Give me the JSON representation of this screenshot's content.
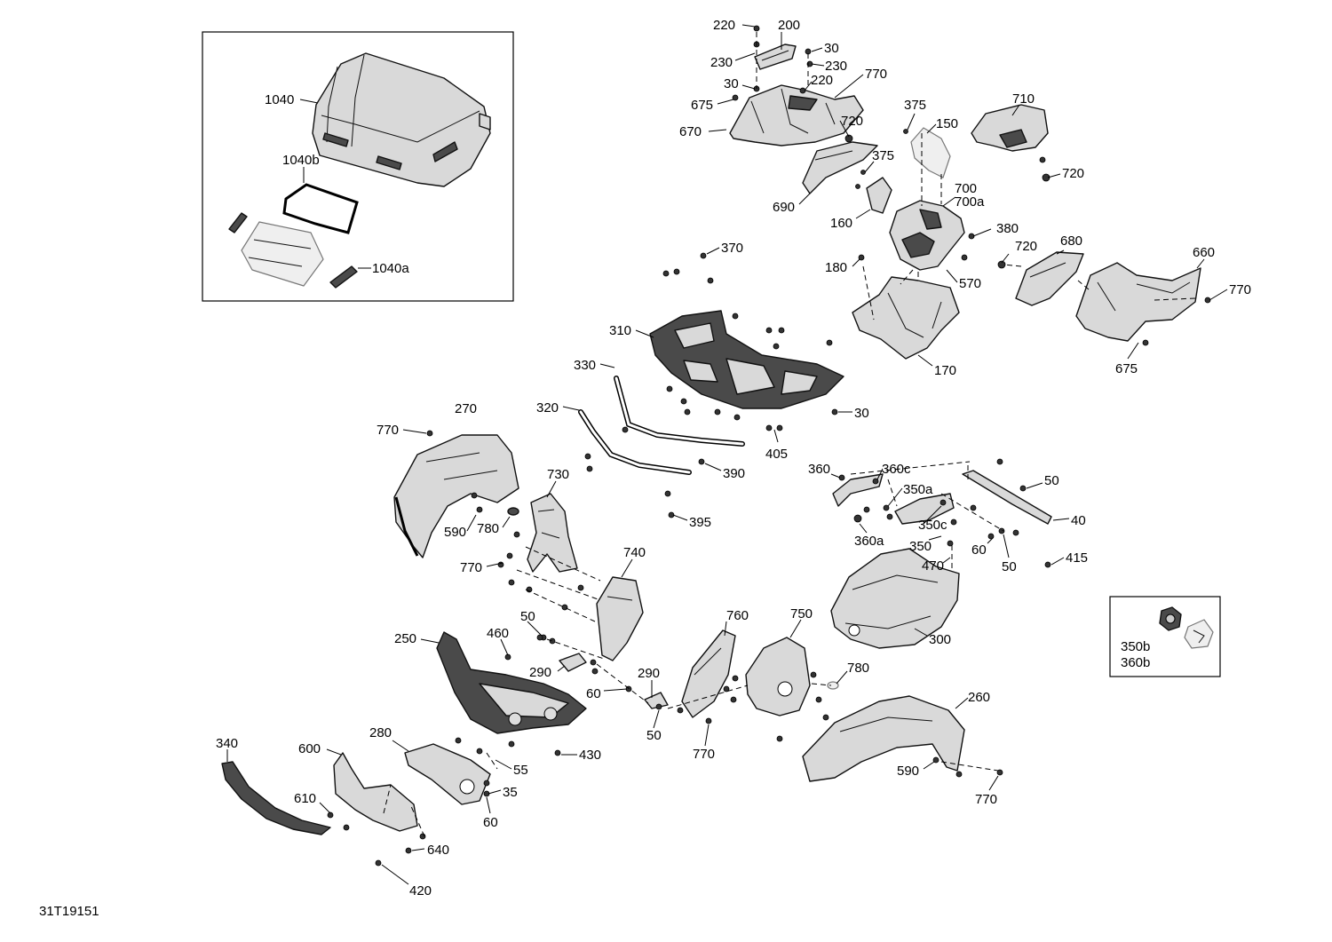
{
  "diagram": {
    "drawing_code": "31T19151",
    "callouts": [
      {
        "id": "c220a",
        "text": "220"
      },
      {
        "id": "c200",
        "text": "200"
      },
      {
        "id": "c30a",
        "text": "30"
      },
      {
        "id": "c230a",
        "text": "230"
      },
      {
        "id": "c230b",
        "text": "230"
      },
      {
        "id": "c770a",
        "text": "770"
      },
      {
        "id": "c30b",
        "text": "30"
      },
      {
        "id": "c220b",
        "text": "220"
      },
      {
        "id": "c675a",
        "text": "675"
      },
      {
        "id": "c670",
        "text": "670"
      },
      {
        "id": "c720a",
        "text": "720"
      },
      {
        "id": "c375a",
        "text": "375"
      },
      {
        "id": "c150",
        "text": "150"
      },
      {
        "id": "c710",
        "text": "710"
      },
      {
        "id": "c720b",
        "text": "720"
      },
      {
        "id": "c690",
        "text": "690"
      },
      {
        "id": "c375b",
        "text": "375"
      },
      {
        "id": "c160",
        "text": "160"
      },
      {
        "id": "c700",
        "text": "700"
      },
      {
        "id": "c700a",
        "text": "700a"
      },
      {
        "id": "c380",
        "text": "380"
      },
      {
        "id": "c720c",
        "text": "720"
      },
      {
        "id": "c680",
        "text": "680"
      },
      {
        "id": "c660",
        "text": "660"
      },
      {
        "id": "c370",
        "text": "370"
      },
      {
        "id": "c180",
        "text": "180"
      },
      {
        "id": "c570",
        "text": "570"
      },
      {
        "id": "c770b",
        "text": "770"
      },
      {
        "id": "c310",
        "text": "310"
      },
      {
        "id": "c170",
        "text": "170"
      },
      {
        "id": "c675b",
        "text": "675"
      },
      {
        "id": "c330",
        "text": "330"
      },
      {
        "id": "c320",
        "text": "320"
      },
      {
        "id": "c30c",
        "text": "30"
      },
      {
        "id": "c270",
        "text": "270"
      },
      {
        "id": "c770c",
        "text": "770"
      },
      {
        "id": "c405",
        "text": "405"
      },
      {
        "id": "c390",
        "text": "390"
      },
      {
        "id": "c730",
        "text": "730"
      },
      {
        "id": "c360",
        "text": "360"
      },
      {
        "id": "c360c",
        "text": "360c"
      },
      {
        "id": "c350a",
        "text": "350a"
      },
      {
        "id": "c50a",
        "text": "50"
      },
      {
        "id": "c395",
        "text": "395"
      },
      {
        "id": "c40",
        "text": "40"
      },
      {
        "id": "c590a",
        "text": "590"
      },
      {
        "id": "c780a",
        "text": "780"
      },
      {
        "id": "c350c",
        "text": "350c"
      },
      {
        "id": "c360a",
        "text": "360a"
      },
      {
        "id": "c350",
        "text": "350"
      },
      {
        "id": "c60a",
        "text": "60"
      },
      {
        "id": "c50b",
        "text": "50"
      },
      {
        "id": "c415",
        "text": "415"
      },
      {
        "id": "c770d",
        "text": "770"
      },
      {
        "id": "c740",
        "text": "740"
      },
      {
        "id": "c470",
        "text": "470"
      },
      {
        "id": "c50c",
        "text": "50"
      },
      {
        "id": "c760",
        "text": "760"
      },
      {
        "id": "c750",
        "text": "750"
      },
      {
        "id": "c300",
        "text": "300"
      },
      {
        "id": "c250",
        "text": "250"
      },
      {
        "id": "c460",
        "text": "460"
      },
      {
        "id": "c290a",
        "text": "290"
      },
      {
        "id": "c290b",
        "text": "290"
      },
      {
        "id": "c780b",
        "text": "780"
      },
      {
        "id": "c60b",
        "text": "60"
      },
      {
        "id": "c260",
        "text": "260"
      },
      {
        "id": "c50d",
        "text": "50"
      },
      {
        "id": "c340",
        "text": "340"
      },
      {
        "id": "c280",
        "text": "280"
      },
      {
        "id": "c600",
        "text": "600"
      },
      {
        "id": "c770e",
        "text": "770"
      },
      {
        "id": "c430",
        "text": "430"
      },
      {
        "id": "c55",
        "text": "55"
      },
      {
        "id": "c590b",
        "text": "590"
      },
      {
        "id": "c35",
        "text": "35"
      },
      {
        "id": "c610",
        "text": "610"
      },
      {
        "id": "c60c",
        "text": "60"
      },
      {
        "id": "c770f",
        "text": "770"
      },
      {
        "id": "c640",
        "text": "640"
      },
      {
        "id": "c420",
        "text": "420"
      }
    ],
    "inset_storage": {
      "callouts": [
        {
          "id": "i1040",
          "text": "1040"
        },
        {
          "id": "i1040b",
          "text": "1040b"
        },
        {
          "id": "i1040a",
          "text": "1040a"
        }
      ]
    },
    "inset_nut": {
      "callouts": [
        {
          "id": "n350b",
          "text": "350b"
        },
        {
          "id": "n360b",
          "text": "360b"
        }
      ]
    }
  }
}
